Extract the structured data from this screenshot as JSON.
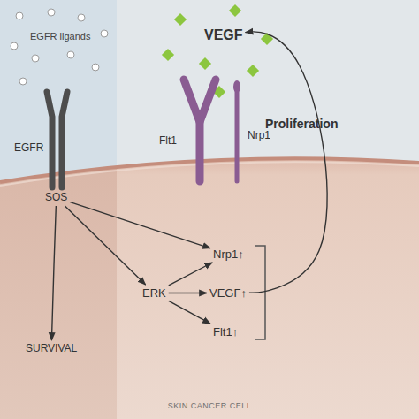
{
  "diagram": {
    "nodes": [
      {
        "text": [
          "VEGF"
        ]
      },
      {
        "text": [
          "SOS"
        ]
      },
      {
        "text": [
          "Nrp1↑"
        ]
      },
      {
        "text": [
          "ERK"
        ]
      },
      {
        "text": [
          "VEGF↑"
        ]
      },
      {
        "text": [
          "Flt1↑"
        ]
      },
      {
        "text": [
          "SURVIVAL"
        ]
      }
    ],
    "edges": [
      {
        "from": 1,
        "to": 2,
        "arrow": "to"
      },
      {
        "from": 1,
        "to": 3,
        "arrow": "to"
      },
      {
        "from": 3,
        "to": 2,
        "arrow": "to"
      },
      {
        "from": 3,
        "to": 4,
        "arrow": "to"
      },
      {
        "from": 3,
        "to": 5,
        "arrow": "to"
      },
      {
        "from": 1,
        "to": 6,
        "arrow": "to"
      },
      {
        "from": 4,
        "to": 0,
        "label": "Proliferation",
        "arrow": "to"
      }
    ],
    "labels": [
      "EGFR ligands",
      "EGFR",
      "Flt1",
      "Nrp1",
      "SKIN CANCER CELL"
    ]
  }
}
